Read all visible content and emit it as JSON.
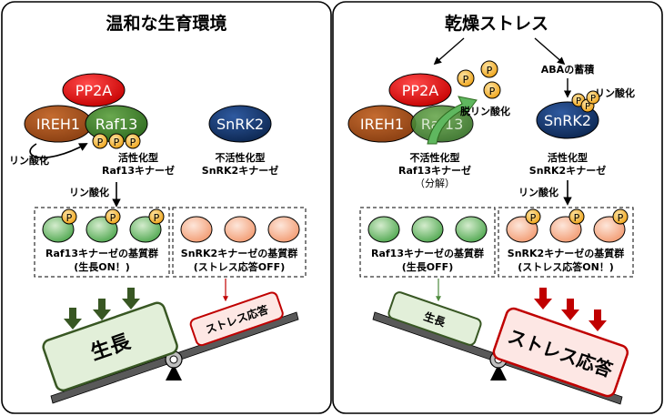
{
  "left": {
    "title": "温和な生育環境",
    "pp2a": "PP2A",
    "ireh1": "IREH1",
    "raf13": "Raf13",
    "snrk2": "SnRK2",
    "p": "P",
    "phos_side": "リン酸化",
    "raf_state_1": "活性化型",
    "raf_state_2": "Raf13キナーゼ",
    "snrk_state_1": "不活性化型",
    "snrk_state_2": "SnRK2キナーゼ",
    "phos_down": "リン酸化",
    "raf_sub_1": "Raf13キナーゼの基質群",
    "raf_sub_2": "(生長ON！)",
    "snrk_sub_1": "SnRK2キナーゼの基質群",
    "snrk_sub_2": "(ストレス応答OFF)",
    "growth": "生長",
    "stress": "ストレス応答"
  },
  "right": {
    "title": "乾燥ストレス",
    "pp2a": "PP2A",
    "ireh1": "IREH1",
    "raf13": "Raf13",
    "snrk2": "SnRK2",
    "p": "P",
    "abaaccum": "ABAの蓄積",
    "dephos": "脱リン酸化",
    "phos_snrk": "リン酸化",
    "raf_state_1": "不活性化型",
    "raf_state_2": "Raf13キナーゼ",
    "raf_state_3": "（分解）",
    "snrk_state_1": "活性化型",
    "snrk_state_2": "SnRK2キナーゼ",
    "phos_down": "リン酸化",
    "raf_sub_1": "Raf13キナーゼの基質群",
    "raf_sub_2": "(生長OFF)",
    "snrk_sub_1": "SnRK2キナーゼの基質群",
    "snrk_sub_2": "(ストレス応答ON！)",
    "growth": "生長",
    "stress": "ストレス応答"
  },
  "colors": {
    "pp2a": "#d40000",
    "ireh1": "#a0501e",
    "raf13": "#3a7a2a",
    "snrk2": "#0e2f63",
    "phospho": "#f2a51c",
    "green_sub": "#5fb75f",
    "peach_sub": "#f6b08e",
    "growth_box": "#e2efd9",
    "stress_box": "#fde7e4",
    "green_arrow": "#385723",
    "red_arrow": "#c00000",
    "beam": "#595959"
  }
}
